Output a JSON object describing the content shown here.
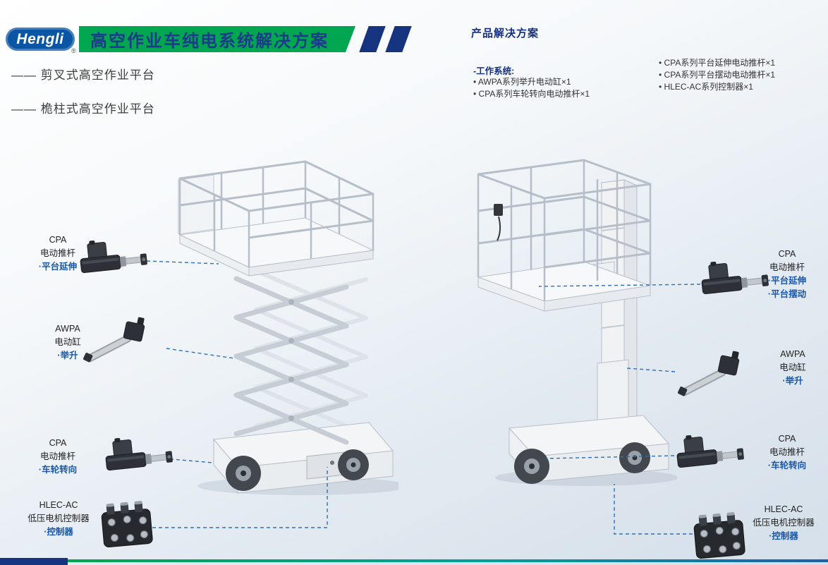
{
  "header": {
    "logo": "Hengli",
    "registered_mark": "®",
    "banner_title": "高空作业车纯电系统解决方案",
    "machine_types": [
      "—— 剪叉式高空作业平台",
      "—— 桅柱式高空作业平台"
    ]
  },
  "solutions": {
    "heading": "产品解决方案",
    "system_label": "-工作系统:",
    "columns": [
      {
        "items": [
          "• AWPA系列举升电动缸×1",
          "• CPA系列车轮转向电动推杆×1"
        ]
      },
      {
        "items": [
          "• CPA系列平台延伸电动推杆×1",
          "• CPA系列平台摆动电动推杆×1",
          "• HLEC-AC系列控制器×1"
        ]
      }
    ]
  },
  "callouts": {
    "left": [
      {
        "model": "CPA",
        "type": "电动推杆",
        "functions": [
          "·平台延伸"
        ]
      },
      {
        "model": "AWPA",
        "type": "电动缸",
        "functions": [
          "·举升"
        ]
      },
      {
        "model": "CPA",
        "type": "电动推杆",
        "functions": [
          "·车轮转向"
        ]
      },
      {
        "model": "HLEC-AC",
        "type": "低压电机控制器",
        "functions": [
          "·控制器"
        ]
      }
    ],
    "right": [
      {
        "model": "CPA",
        "type": "电动推杆",
        "functions": [
          "·平台延伸",
          "·平台摆动"
        ]
      },
      {
        "model": "AWPA",
        "type": "电动缸",
        "functions": [
          "·举升"
        ]
      },
      {
        "model": "CPA",
        "type": "电动推杆",
        "functions": [
          "·车轮转向"
        ]
      },
      {
        "model": "HLEC-AC",
        "type": "低压电机控制器",
        "functions": [
          "·控制器"
        ]
      }
    ]
  },
  "colors": {
    "banner_green": "#00A650",
    "navy": "#16337F",
    "accent_blue": "#1A57A8"
  }
}
